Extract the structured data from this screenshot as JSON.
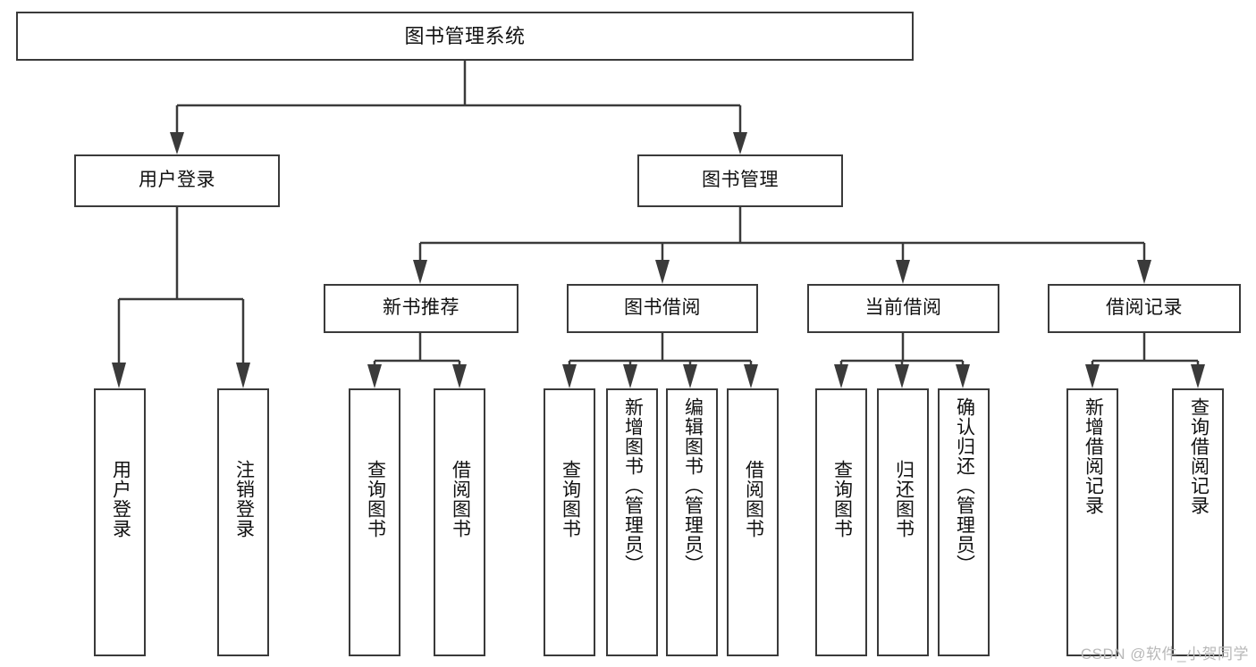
{
  "diagram": {
    "title": "图书管理系统",
    "watermark": "CSDN @软件_小贺同学",
    "accent_color": "#3a3a3a",
    "background_color": "#ffffff",
    "nodes": {
      "root": "图书管理系统",
      "level2": {
        "user_login": "用户登录",
        "book_manage": "图书管理"
      },
      "level3": {
        "new_book_rec": "新书推荐",
        "book_borrow": "图书借阅",
        "current_borrow": "当前借阅",
        "borrow_record": "借阅记录"
      },
      "leaves": {
        "user_login_1": "用户登录",
        "user_login_2": "注销登录",
        "new_book_1": "查询图书",
        "new_book_2": "借阅图书",
        "borrow_1": "查询图书",
        "borrow_2": "新增图书（管理员）",
        "borrow_3": "编辑图书（管理员）",
        "borrow_4": "借阅图书",
        "current_1": "查询图书",
        "current_2": "归还图书",
        "current_3": "确认归还（管理员）",
        "record_1": "新增借阅记录",
        "record_2": "查询借阅记录"
      }
    }
  }
}
